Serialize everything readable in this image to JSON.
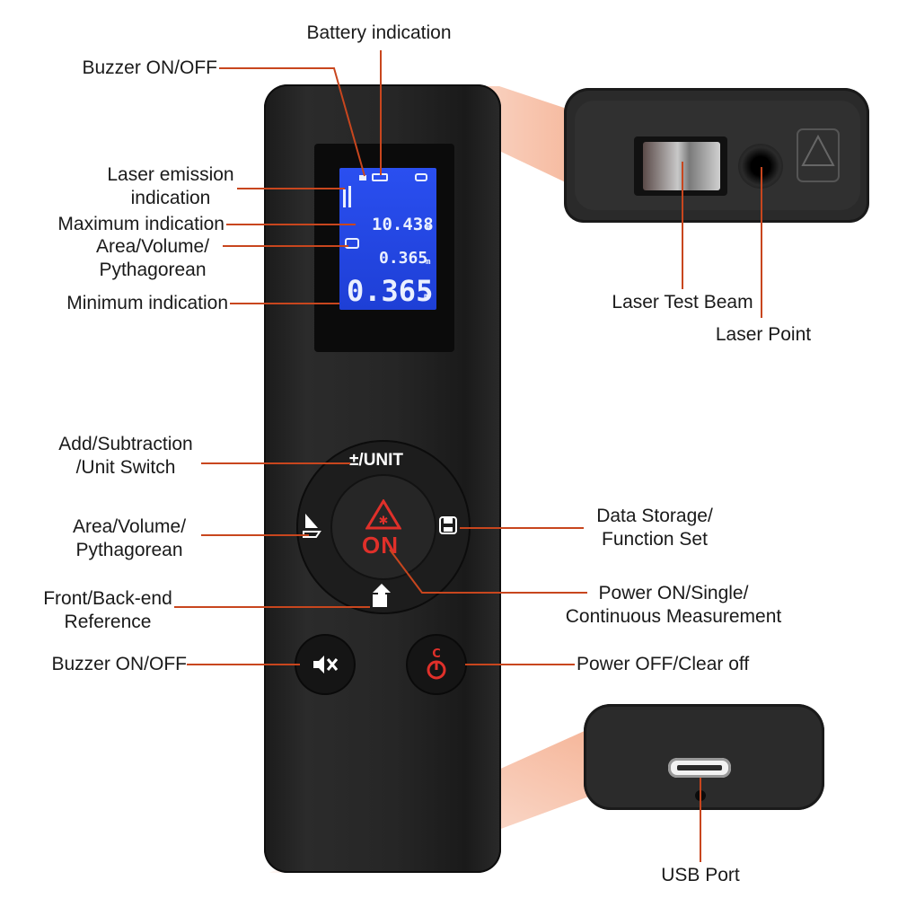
{
  "labels": {
    "battery_indication": "Battery indication",
    "buzzer_top": "Buzzer ON/OFF",
    "laser_emission": [
      "Laser emission",
      "indication"
    ],
    "maximum_indication": "Maximum indication",
    "area_volume_top": [
      "Area/Volume/",
      "Pythagorean"
    ],
    "minimum_indication": "Minimum indication",
    "laser_test_beam": "Laser Test Beam",
    "laser_point": "Laser Point",
    "add_subtraction": [
      "Add/Subtraction",
      "/Unit Switch"
    ],
    "area_volume_bottom": [
      "Area/Volume/",
      "Pythagorean"
    ],
    "front_back": [
      "Front/Back-end",
      "Reference"
    ],
    "buzzer_bottom": "Buzzer ON/OFF",
    "data_storage": [
      "Data Storage/",
      "Function Set"
    ],
    "power_on": [
      "Power ON/Single/",
      "Continuous Measurement"
    ],
    "power_off": "Power OFF/Clear off",
    "usb_port": "USB Port"
  },
  "display": {
    "max_value": "10.438",
    "min_value": "0.365",
    "main_value": "0.365",
    "unit_small": "m",
    "unit_main": "m"
  },
  "buttons": {
    "unit_label": "±/UNIT",
    "on_label": "ON"
  },
  "colors": {
    "leader_line": "#c8461e",
    "highlight": "#f3a27e",
    "lcd": "#1e3fd6",
    "device_body": "#222222",
    "power_red": "#e0302a"
  }
}
